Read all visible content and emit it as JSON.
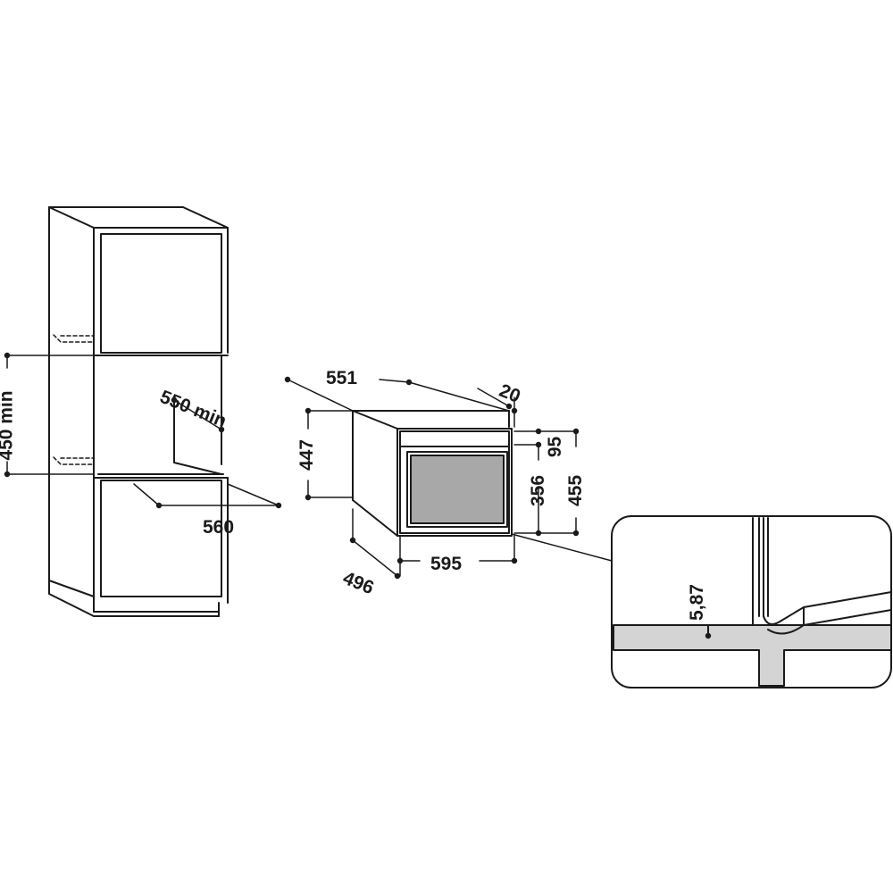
{
  "diagram": {
    "colors": {
      "line": "#1a1a1a",
      "cavity_fill": "#a8a8a8",
      "detail_fill": "#d4d4d4",
      "background": "#ffffff"
    },
    "niche": {
      "height_label": "450 min",
      "depth_label": "550 min",
      "width_label": "560"
    },
    "appliance": {
      "depth_label": "551",
      "frame_label": "20",
      "height_label": "447",
      "panel_label": "95",
      "door_height_label": "356",
      "front_height_label": "455",
      "body_depth_label": "496",
      "width_label": "595"
    },
    "detail": {
      "gap_label": "5,87"
    }
  }
}
